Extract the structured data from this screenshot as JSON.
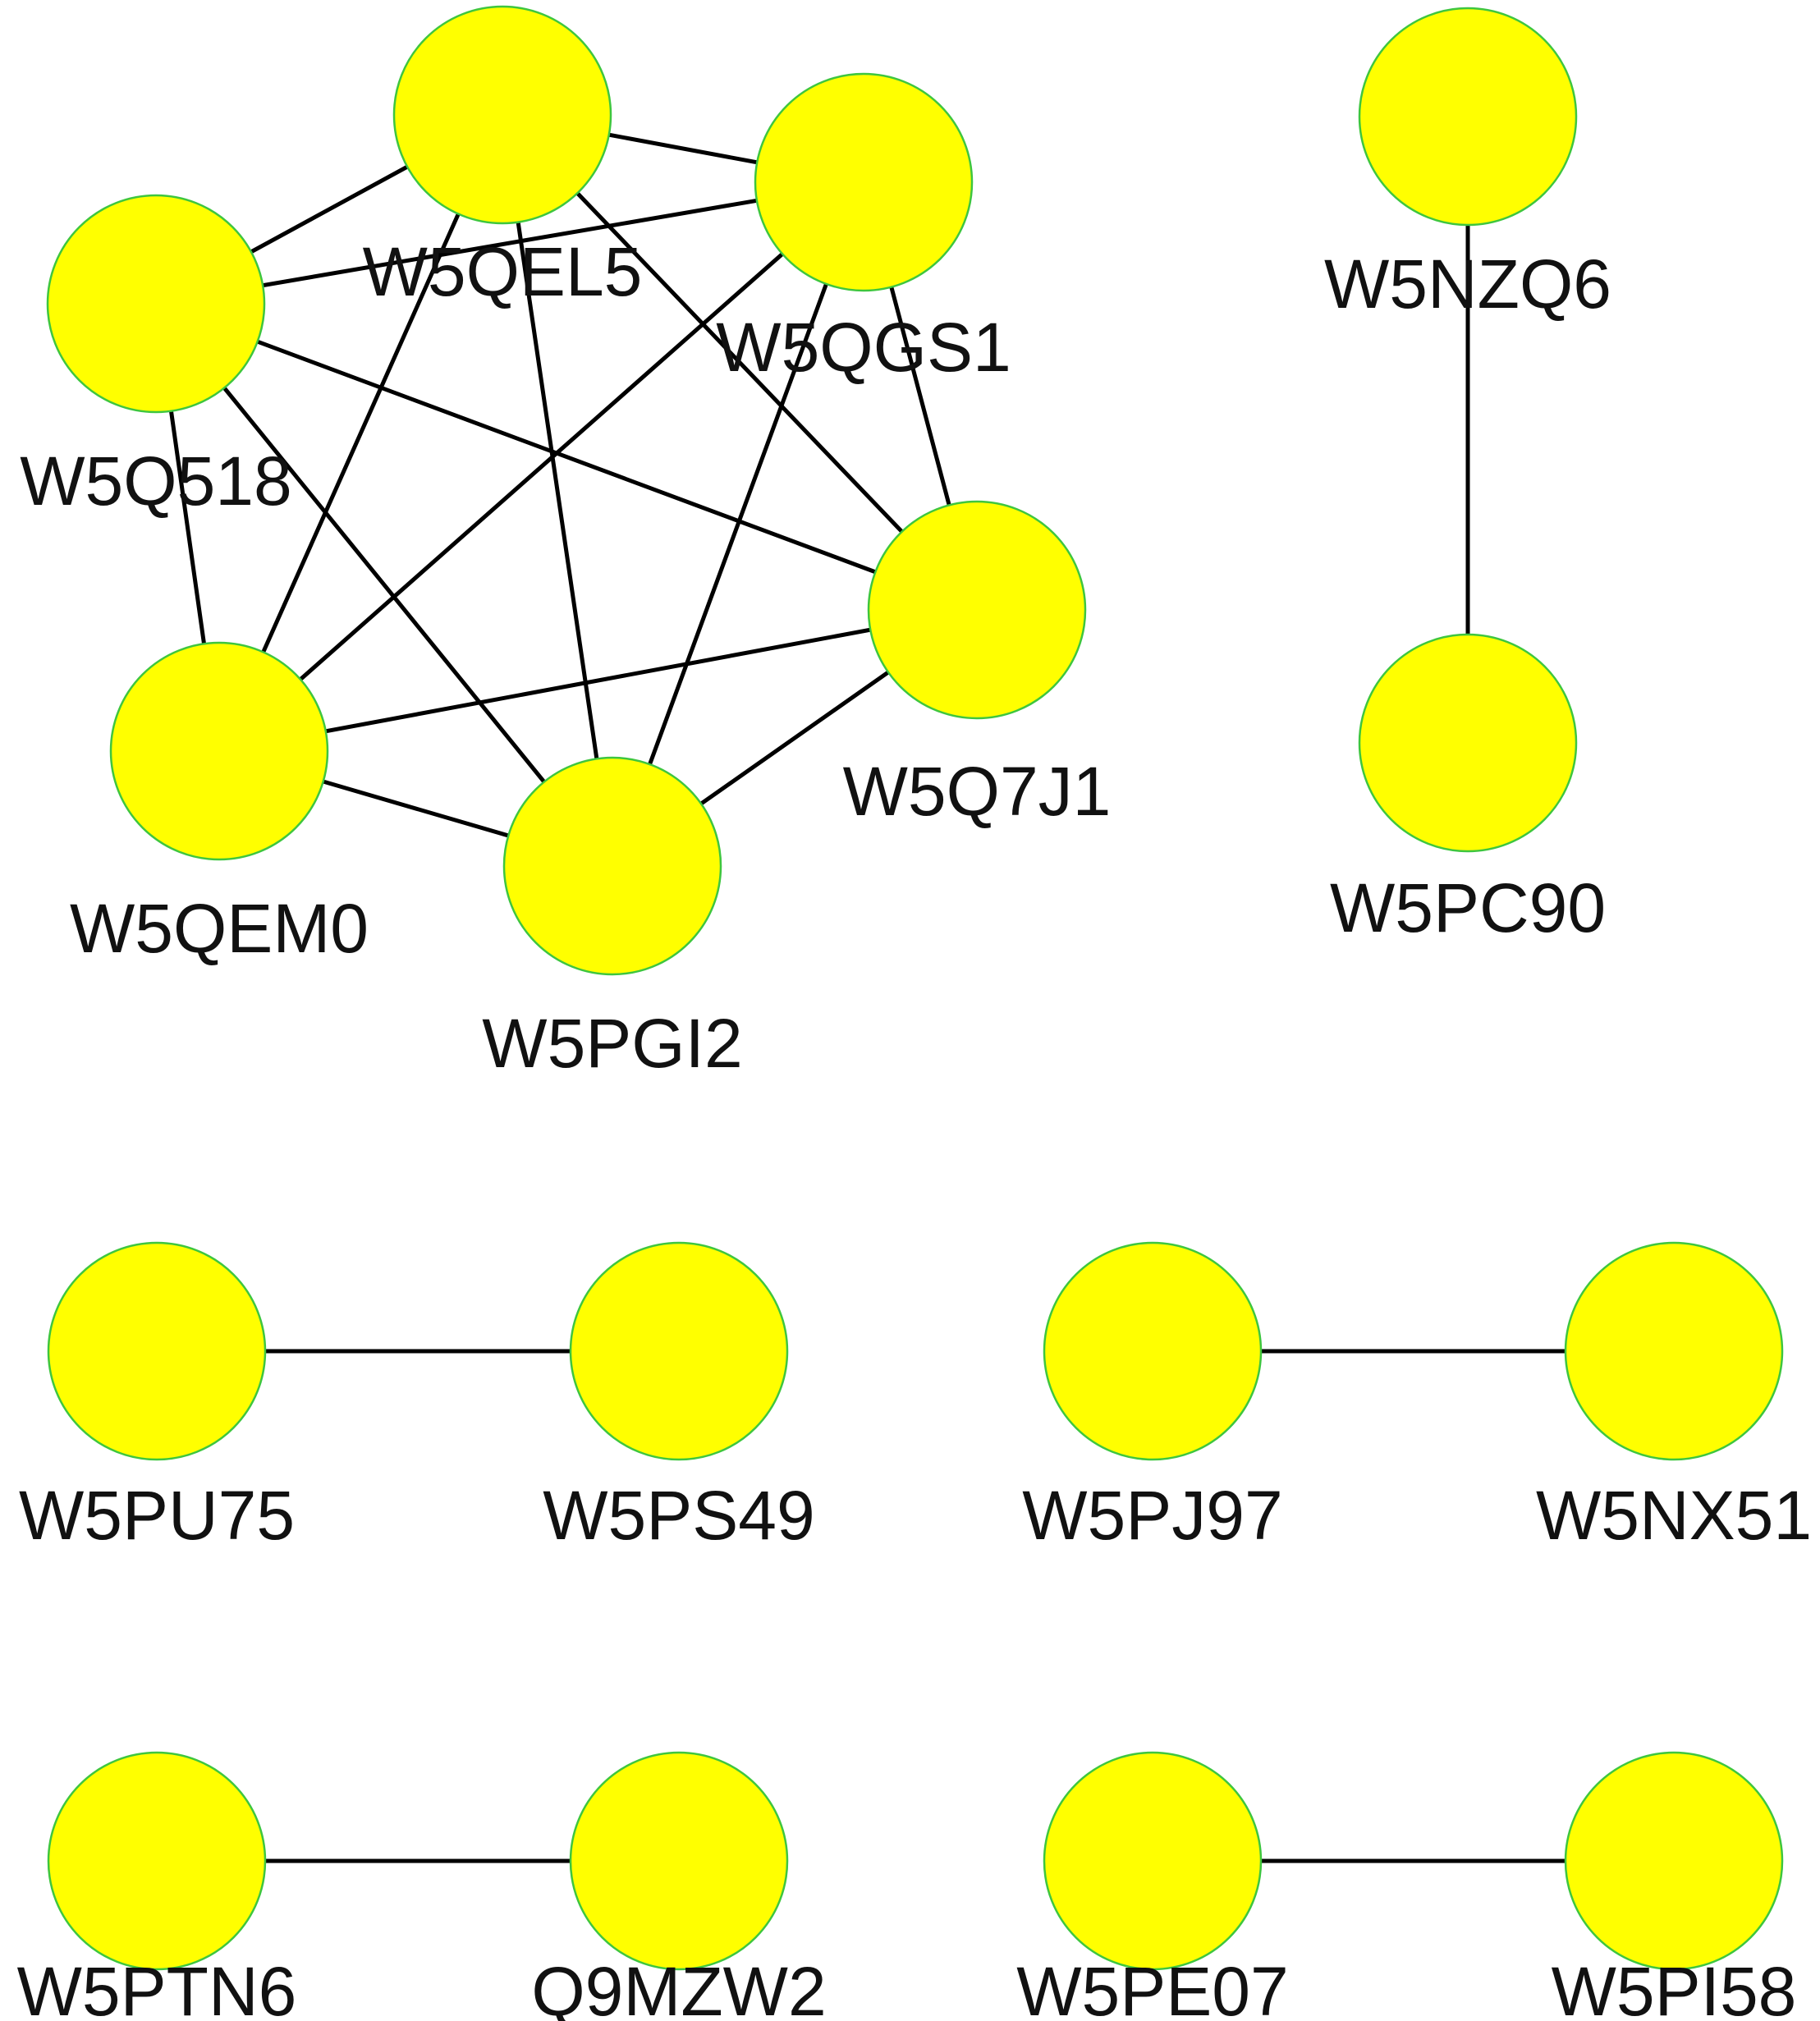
{
  "network": {
    "node_fill": "#ffff00",
    "node_stroke": "#3ec63e",
    "edge_color": "#000000",
    "nodes": [
      {
        "id": "W5QEL5",
        "label": "W5QEL5"
      },
      {
        "id": "W5QGS1",
        "label": "W5QGS1"
      },
      {
        "id": "W5Q518",
        "label": "W5Q518"
      },
      {
        "id": "W5Q7J1",
        "label": "W5Q7J1"
      },
      {
        "id": "W5QEM0",
        "label": "W5QEM0"
      },
      {
        "id": "W5PGI2",
        "label": "W5PGI2"
      },
      {
        "id": "W5NZQ6",
        "label": "W5NZQ6"
      },
      {
        "id": "W5PC90",
        "label": "W5PC90"
      },
      {
        "id": "W5PU75",
        "label": "W5PU75"
      },
      {
        "id": "W5PS49",
        "label": "W5PS49"
      },
      {
        "id": "W5PJ97",
        "label": "W5PJ97"
      },
      {
        "id": "W5NX51",
        "label": "W5NX51"
      },
      {
        "id": "W5PTN6",
        "label": "W5PTN6"
      },
      {
        "id": "Q9MZW2",
        "label": "Q9MZW2"
      },
      {
        "id": "W5PE07",
        "label": "W5PE07"
      },
      {
        "id": "W5PI58",
        "label": "W5PI58"
      }
    ],
    "edges": [
      [
        "W5QEL5",
        "W5QGS1"
      ],
      [
        "W5QEL5",
        "W5Q518"
      ],
      [
        "W5QEL5",
        "W5QEM0"
      ],
      [
        "W5QEL5",
        "W5PGI2"
      ],
      [
        "W5QEL5",
        "W5Q7J1"
      ],
      [
        "W5QGS1",
        "W5Q518"
      ],
      [
        "W5QGS1",
        "W5QEM0"
      ],
      [
        "W5QGS1",
        "W5PGI2"
      ],
      [
        "W5QGS1",
        "W5Q7J1"
      ],
      [
        "W5Q518",
        "W5QEM0"
      ],
      [
        "W5Q518",
        "W5PGI2"
      ],
      [
        "W5Q518",
        "W5Q7J1"
      ],
      [
        "W5QEM0",
        "W5Q7J1"
      ],
      [
        "W5QEM0",
        "W5PGI2"
      ],
      [
        "W5PGI2",
        "W5Q7J1"
      ],
      [
        "W5NZQ6",
        "W5PC90"
      ],
      [
        "W5PU75",
        "W5PS49"
      ],
      [
        "W5PJ97",
        "W5NX51"
      ],
      [
        "W5PTN6",
        "Q9MZW2"
      ],
      [
        "W5PE07",
        "W5PI58"
      ]
    ]
  }
}
